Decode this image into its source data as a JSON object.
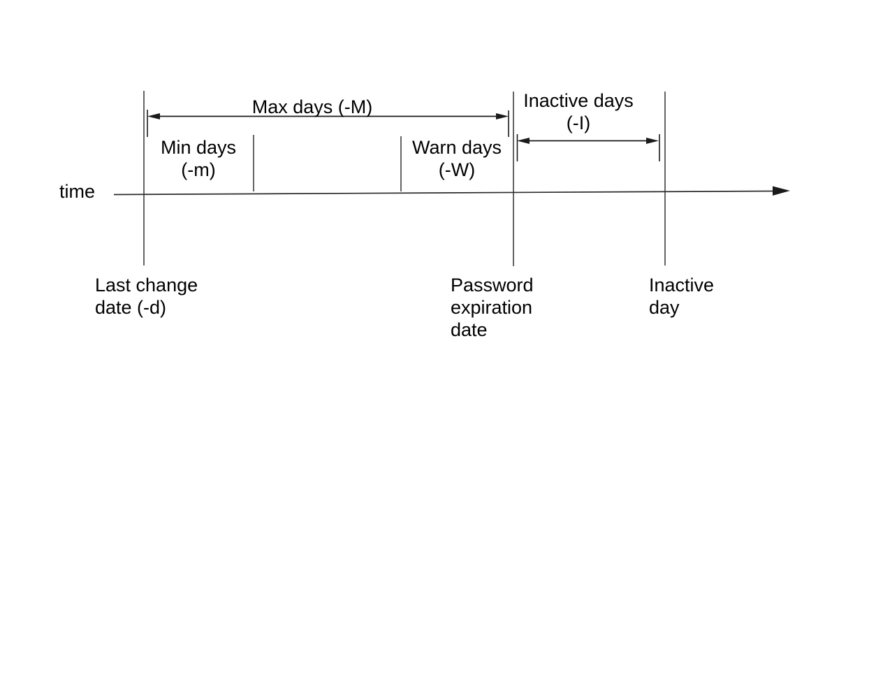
{
  "diagram": {
    "axis": {
      "label": "time"
    },
    "intervals": {
      "max_days": {
        "label": "Max days (-M)"
      },
      "min_days": {
        "line1": "Min days",
        "line2": "(-m)"
      },
      "warn_days": {
        "line1": "Warn days",
        "line2": "(-W)"
      },
      "inactive_days": {
        "line1": "Inactive days",
        "line2": "(-I)"
      }
    },
    "events": {
      "last_change": {
        "line1": "Last change",
        "line2": "date (-d)"
      },
      "password_expiration": {
        "line1": "Password",
        "line2": "expiration",
        "line3": "date"
      },
      "inactive_day": {
        "line1": "Inactive",
        "line2": "day"
      }
    },
    "colors": {
      "background": "#ffffff",
      "line": "#3d3d3d",
      "arrow": "#1a1a1a",
      "text": "#000000"
    }
  }
}
